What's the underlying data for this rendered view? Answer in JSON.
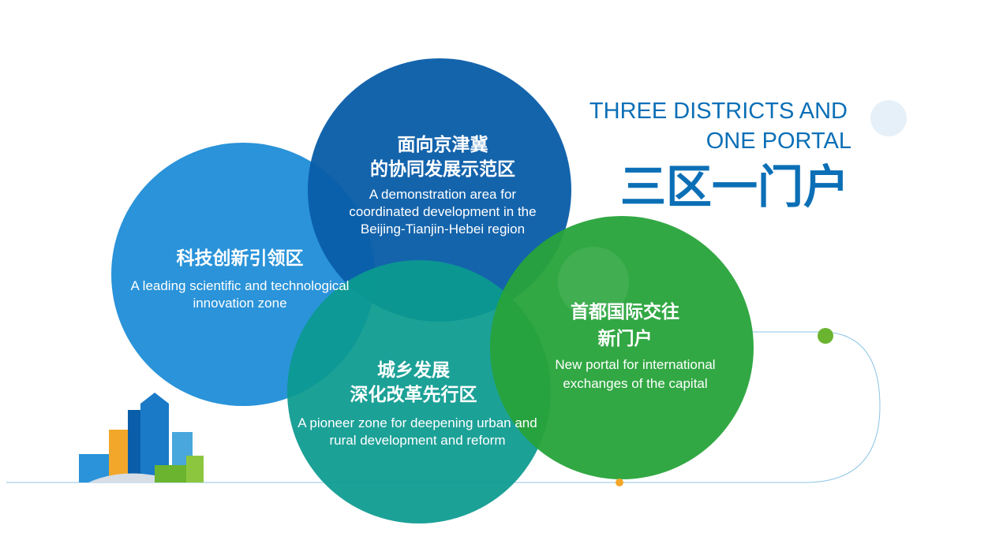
{
  "colors": {
    "blue_light": "#2a93d9",
    "blue_dark": "#0a5ea9",
    "teal": "#0b9a8f",
    "green": "#27a33a",
    "title_blue": "#0b6fb6",
    "accent_green": "#6ab42f",
    "accent_orange": "#f2a72a",
    "line": "#8cc4e6"
  },
  "title": {
    "en_line1": "THREE DISTRICTS AND",
    "en_line2": "ONE PORTAL",
    "zh": "三区一门户"
  },
  "circles": {
    "left": {
      "zh_line1": "科技创新引领区",
      "en_line1": "A leading scientific and technological",
      "en_line2": "innovation zone"
    },
    "top": {
      "zh_line1": "面向京津冀",
      "zh_line2": "的协同发展示范区",
      "en_line1": "A demonstration area for",
      "en_line2": "coordinated development in the",
      "en_line3": "Beijing-Tianjin-Hebei region"
    },
    "bottom": {
      "zh_line1": "城乡发展",
      "zh_line2": "深化改革先行区",
      "en_line1": "A pioneer zone for deepening urban and",
      "en_line2": "rural development and reform"
    },
    "right": {
      "zh_line1": "首都国际交往",
      "zh_line2": "新门户",
      "en_line1": "New portal for international",
      "en_line2": "exchanges of the capital"
    }
  }
}
